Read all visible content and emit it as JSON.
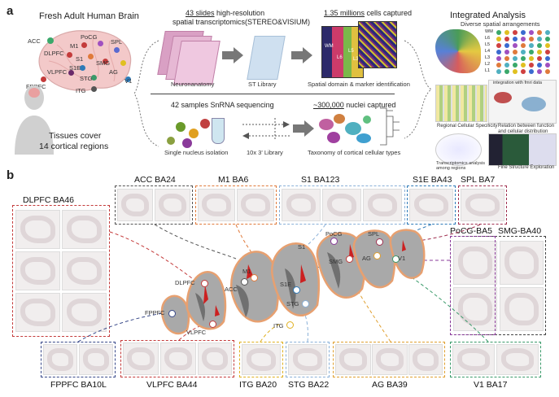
{
  "panel_a": {
    "letter": "a",
    "brain_title": "Fresh Adult Human Brain",
    "regions": [
      "ACC",
      "M1",
      "PoCG",
      "SPL",
      "DLPFC",
      "S1",
      "SMG",
      "AG",
      "S1E",
      "VLPFC",
      "STG",
      "V1",
      "FPPFC",
      "ITG"
    ],
    "tissues_line1": "Tissues cover",
    "tissues_line2": "14 cortical regions",
    "st_prefix": "43 slides",
    "st_rest": " high-resolution",
    "st_line2": "spatial transcriptomics(STEREO&VISIUM)",
    "cells_prefix": "1.35 millions",
    "cells_rest": " cells captured",
    "neuro_label": "Neuronanatomy",
    "st_lib_label": "ST Library",
    "domain_label": "Spatial domain & marker identification",
    "sn_line": "42 samples SnRNA sequencing",
    "nuclei_prefix": "~300,000",
    "nuclei_rest": " nuclei captured",
    "single_label": "Single nucleus isolation",
    "lib10x_label": "10x 3' Library",
    "taxonomy_label": "Taxonomy of cortical cellular types",
    "integrated_title": "Integrated Analysis",
    "integrated_sub": "Diverse spatial arrangements",
    "layers": [
      "WM",
      "L6",
      "L5",
      "L4",
      "L3",
      "L2",
      "L1"
    ],
    "regional_label": "Regional Cellular Specificity",
    "integration_label": "integration with fmri data",
    "relation_label": "Relation between function and cellular distribution",
    "transcriptomics_label": "Transcriptomics analysis among regions",
    "fine_label": "Fine Structure Exploration",
    "wm_labels": [
      "WM",
      "L6",
      "L5",
      "L3"
    ]
  },
  "panel_b": {
    "letter": "b",
    "box_labels": {
      "acc": "ACC BA24",
      "m1": "M1 BA6",
      "s1": "S1 BA123",
      "s1e": "S1E BA43",
      "spl": "SPL BA7",
      "dlpfc": "DLPFC BA46",
      "pocg": "PoCG-BA5",
      "smg": "SMG-BA40",
      "fppfc": "FPPFC BA10L",
      "vlpfc": "VLPFC BA44",
      "itg": "ITG BA20",
      "stg": "STG BA22",
      "ag": "AG BA39",
      "v1": "V1 BA17"
    },
    "slab_labels": [
      "FPPFC",
      "VLPFC",
      "DLPFC",
      "ACC",
      "M1",
      "S1",
      "S1E",
      "STG",
      "ITG",
      "PoCG",
      "SMG",
      "SPL",
      "AG",
      "V1"
    ]
  },
  "colors": {
    "dlpfc": "#c43b3b",
    "acc": "#555555",
    "m1": "#e07a3b",
    "s1": "#7aa0c8",
    "s1e": "#2e7ab8",
    "spl": "#a03050",
    "pocg": "#8a3a9a",
    "fppfc": "#3a4a8a",
    "vlpfc": "#c43b3b",
    "itg": "#e0b020",
    "stg": "#7aa0c8",
    "ag": "#e0a030",
    "v1": "#3a9a6a",
    "brain_pink": "#f3c9c9",
    "slab_orange": "#e7a070"
  }
}
